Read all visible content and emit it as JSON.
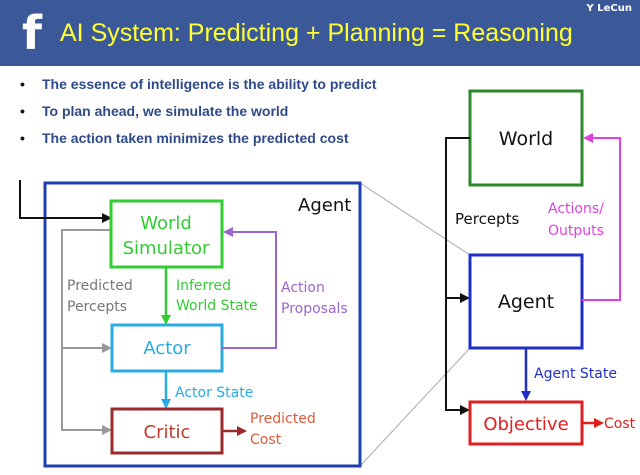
{
  "header": {
    "title": "AI System: Predicting + Planning = Reasoning",
    "author": "Y LeCun",
    "logo": "f"
  },
  "bullets": [
    "The essence of intelligence is the ability to predict",
    "To plan ahead, we simulate the world",
    "The action taken minimizes the predicted cost"
  ],
  "agent_box": {
    "label": "Agent"
  },
  "nodes": {
    "world_simulator": [
      "World",
      "Simulator"
    ],
    "actor": "Actor",
    "critic": "Critic",
    "world": "World",
    "agent": "Agent",
    "objective": "Objective"
  },
  "edge_labels": {
    "predicted_percepts": [
      "Predicted",
      "Percepts"
    ],
    "inferred_world_state": [
      "Inferred",
      "World State"
    ],
    "action_proposals": [
      "Action",
      "Proposals"
    ],
    "actor_state": "Actor State",
    "predicted_cost": [
      "Predicted",
      "Cost"
    ],
    "percepts": "Percepts",
    "actions_outputs": [
      "Actions/",
      "Outputs"
    ],
    "agent_state": "Agent State",
    "cost": "Cost"
  },
  "colors": {
    "header_bg": "#3b5998",
    "title": "#ffff33",
    "bullet_text": "#2f4a8a",
    "agent_border": "#1f3fb0",
    "green": "#33cc33",
    "cyan": "#29abe2",
    "dark_red": "#9b2b2b",
    "purple": "#9966cc",
    "gray": "#999999",
    "blue": "#1f2fc8",
    "red": "#e02020",
    "magenta": "#e040e0",
    "orange": "#e05a3a"
  }
}
